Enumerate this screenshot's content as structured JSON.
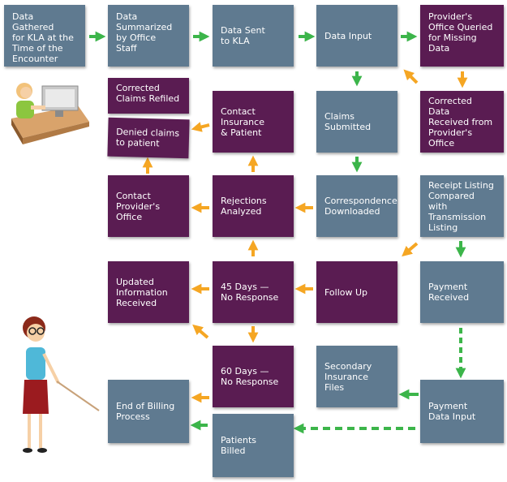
{
  "boxes": {
    "data_gathered": "Data Gathered\nfor KLA at the\nTime of the\nEncounter",
    "data_summarized": "Data\nSummarized\nby Office\nStaff",
    "data_sent": "Data Sent\nto KLA",
    "data_input": "Data Input",
    "office_queried": "Provider's\nOffice Queried\nfor Missing\nData",
    "corrected_claims": "Corrected\nClaims Refiled",
    "denied_claims": "Denied claims\nto patient",
    "contact_insurance": "Contact\nInsurance\n& Patient",
    "claims_submitted": "Claims\nSubmitted",
    "corrected_data": "Corrected Data\nReceived from\nProvider's\nOffice",
    "contact_provider": "Contact\nProvider's\nOffice",
    "rejections": "Rejections\nAnalyzed",
    "correspondence": "Correspondence\nDownloaded",
    "receipt_listing": "Receipt Listing\nCompared with\nTransmission\nListing",
    "updated_info": "Updated\nInformation\nReceived",
    "days45": "45 Days —\nNo Response",
    "follow_up": "Follow Up",
    "payment_received": "Payment\nReceived",
    "days60": "60 Days —\nNo Response",
    "secondary": "Secondary\nInsurance\nFiles",
    "end_billing": "End of Billing\nProcess",
    "patients_billed": "Patients\nBilled",
    "payment_input": "Payment\nData Input"
  },
  "colors": {
    "blue_box": "#5f7a90",
    "purple_box": "#5a1c52",
    "green_arrow": "#3cb54a",
    "orange_arrow": "#f5a623"
  }
}
